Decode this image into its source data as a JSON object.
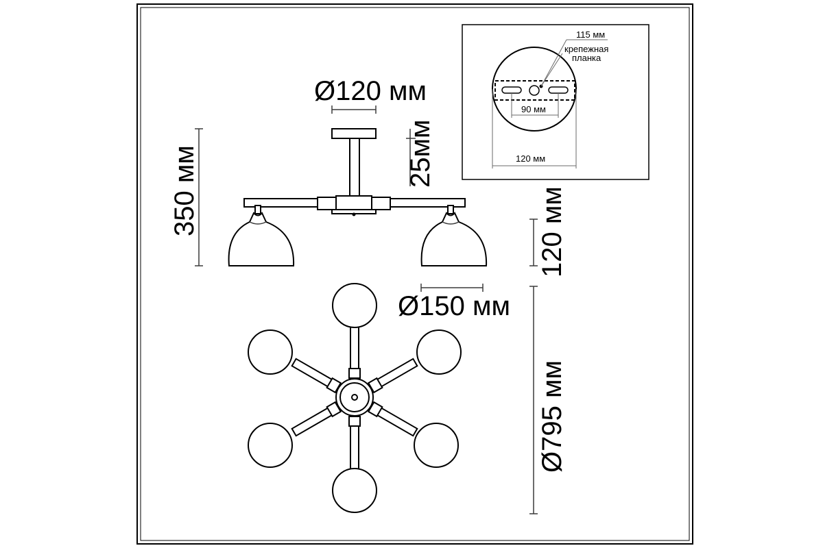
{
  "dimensions": {
    "canopy_diameter": "Ø120 мм",
    "stem_height": "25мм",
    "total_height": "350 мм",
    "shade_height": "120 мм",
    "shade_diameter": "Ø150 мм",
    "total_diameter": "Ø795 мм"
  },
  "inset": {
    "hole_offset": "115 мм",
    "bracket_label_line1": "крепежная",
    "bracket_label_line2": "планка",
    "slot_spacing": "90 мм",
    "plate_width": "120 мм"
  }
}
